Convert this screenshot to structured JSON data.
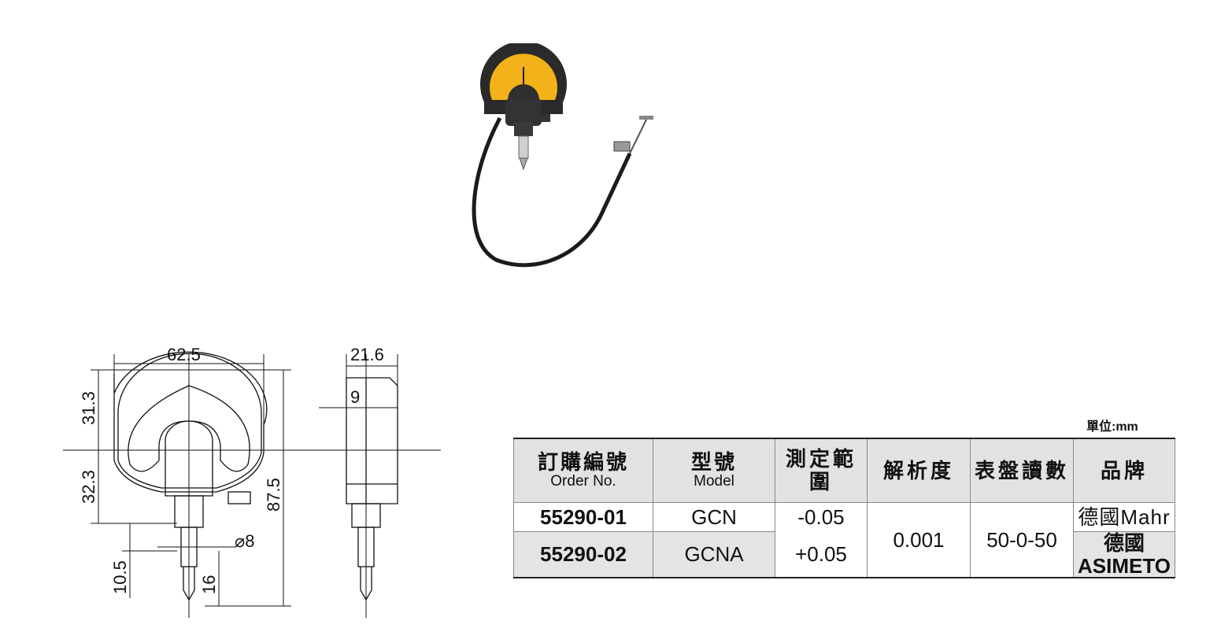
{
  "drawing": {
    "front": {
      "width_dim": "62.5",
      "upper_height_dim": "31.3",
      "lower_height_dim": "32.3",
      "total_height_dim": "87.5",
      "stem_length_dim": "10.5",
      "tip_length_dim": "16",
      "stem_diameter_dim": "⌀8"
    },
    "side": {
      "depth_dim": "21.6",
      "offset_dim": "9"
    }
  },
  "unit_label": "單位:mm",
  "table": {
    "headers": [
      {
        "zh": "訂購編號",
        "en": "Order No."
      },
      {
        "zh": "型號",
        "en": "Model"
      },
      {
        "zh": "測定範圍",
        "en": ""
      },
      {
        "zh": "解析度",
        "en": ""
      },
      {
        "zh": "表盤讀數",
        "en": ""
      },
      {
        "zh": "品牌",
        "en": ""
      }
    ],
    "rows": [
      {
        "order_no": "55290-01",
        "model": "GCN",
        "brand": "德國Mahr"
      },
      {
        "order_no": "55290-02",
        "model": "GCNA",
        "brand": "德國ASIMETO"
      }
    ],
    "range_top": "-0.05",
    "range_bottom": "+0.05",
    "resolution": "0.001",
    "dial_reading": "50-0-50"
  },
  "colors": {
    "dial_face": "#f3b21a",
    "body": "#2a2a2a",
    "header_bg": "#e2e2e2"
  }
}
